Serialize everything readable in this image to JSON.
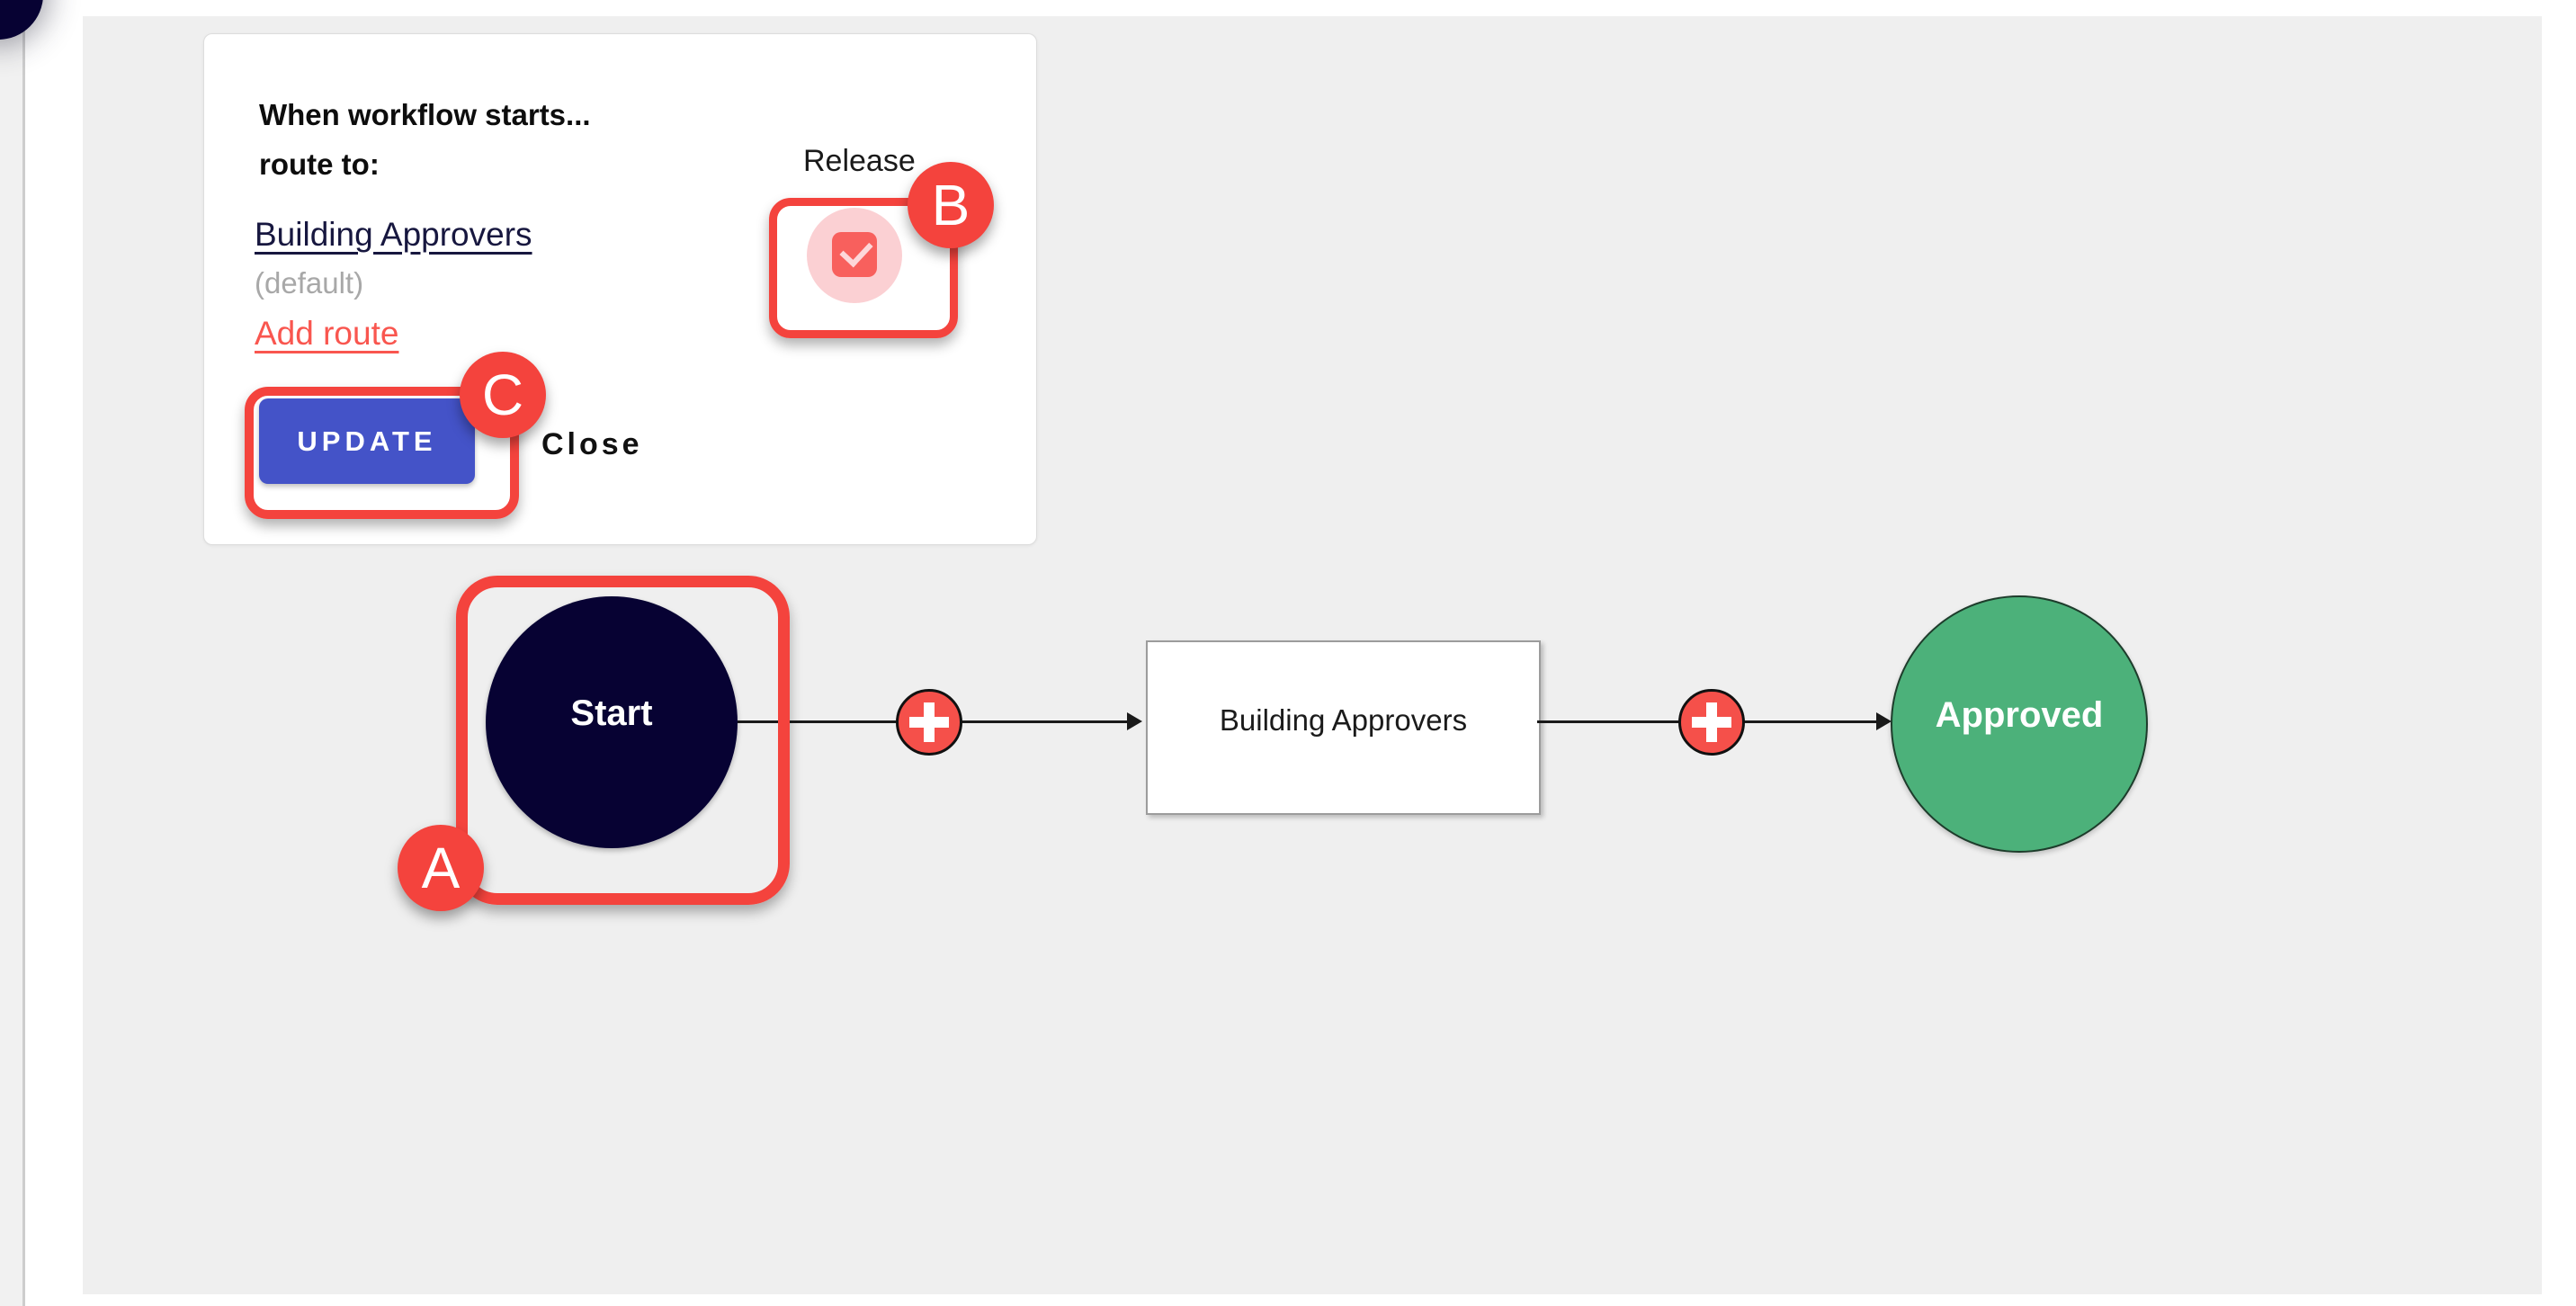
{
  "panel": {
    "title_line1": "When workflow starts...",
    "title_line2": "route to:",
    "release_label": "Release",
    "route_link": "Building Approvers",
    "route_default": "(default)",
    "add_route_label": "Add route",
    "update_label": "UPDATE",
    "close_label": "Close",
    "release_checkbox_checked": true
  },
  "workflow": {
    "start_label": "Start",
    "task_label": "Building Approvers",
    "end_label": "Approved"
  },
  "annotations": {
    "a": "A",
    "b": "B",
    "c": "C"
  },
  "icons": {
    "plus": "+",
    "checkmark": "✓"
  },
  "colors": {
    "annotation_red": "#f4433d",
    "checkbox_red": "#f8605d",
    "halo_pink": "#fbd0d3",
    "check_pink": "#fdd7d9",
    "update_blue": "#4453c8",
    "start_navy": "#070233",
    "approved_green": "#4cb17a",
    "link_navy": "#17173f",
    "add_route_red": "#f9564f",
    "canvas_gray": "#efefef",
    "line_black": "#1a1a1a"
  }
}
